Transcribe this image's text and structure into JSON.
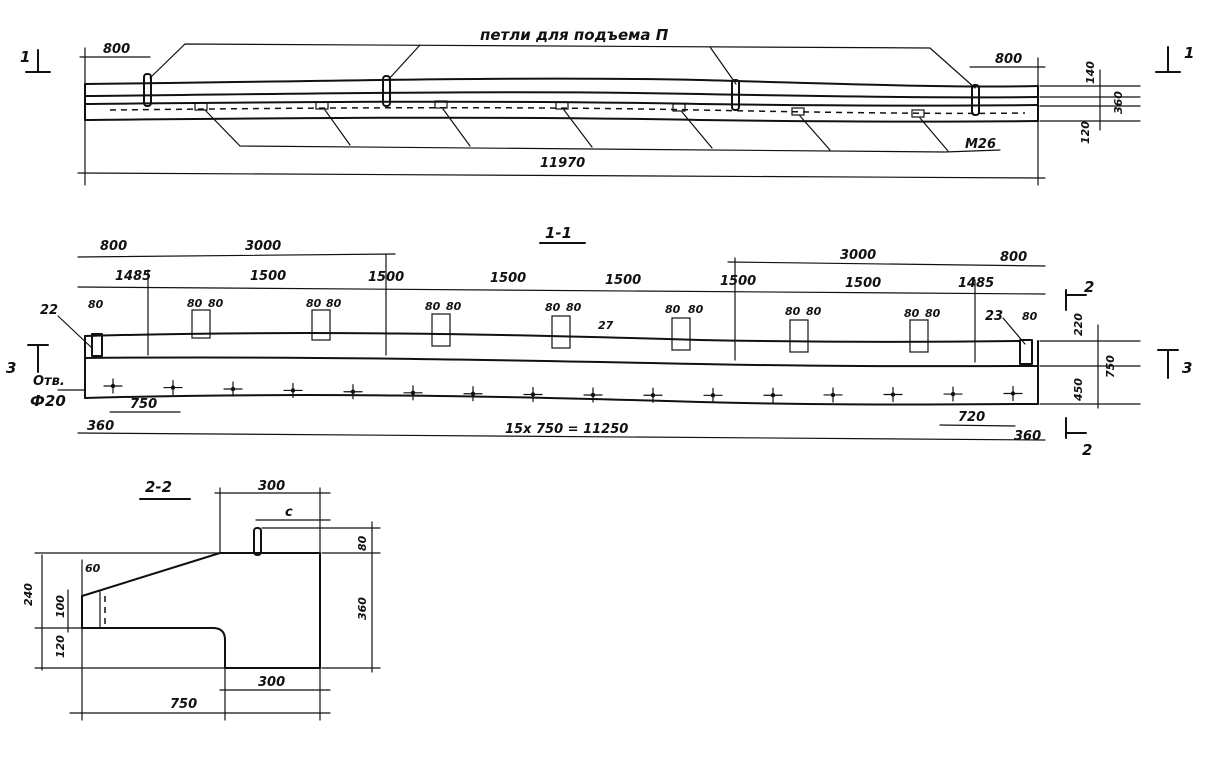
{
  "plan": {
    "loops_label": "петли для подъема П",
    "m26_label": "М26",
    "dim_left": "800",
    "dim_right": "800",
    "dim_total": "11970",
    "dim_140": "140",
    "dim_360": "360",
    "dim_120": "120",
    "cut_mark_left": "1",
    "cut_mark_right": "1"
  },
  "section_1_1": {
    "title": "1-1",
    "top_dims": [
      "800",
      "3000",
      "3000",
      "800"
    ],
    "spacing_dims": [
      "1485",
      "1500",
      "1500",
      "1500",
      "1500",
      "1500",
      "1500",
      "1485"
    ],
    "small_80": "80",
    "label_22": "22",
    "label_23": "23",
    "label_27": "27",
    "dim_220": "220",
    "dim_750": "750",
    "dim_450": "450",
    "hole_label_1": "Отв.",
    "hole_label_2": "Ф20",
    "hole_spacing": "750",
    "dim_360_left": "360",
    "dim_360_right": "360",
    "dim_720": "720",
    "holes_total": "15x 750 = 11250",
    "cut_3_left": "3",
    "cut_3_right": "3",
    "cut_2_top": "2",
    "cut_2_bottom": "2"
  },
  "section_2_2": {
    "title": "2-2",
    "dim_300_top": "300",
    "dim_c": "c",
    "dim_80": "80",
    "dim_360": "360",
    "dim_240": "240",
    "dim_100": "100",
    "dim_120": "120",
    "dim_60": "60",
    "dim_300_bottom": "300",
    "dim_750": "750"
  }
}
